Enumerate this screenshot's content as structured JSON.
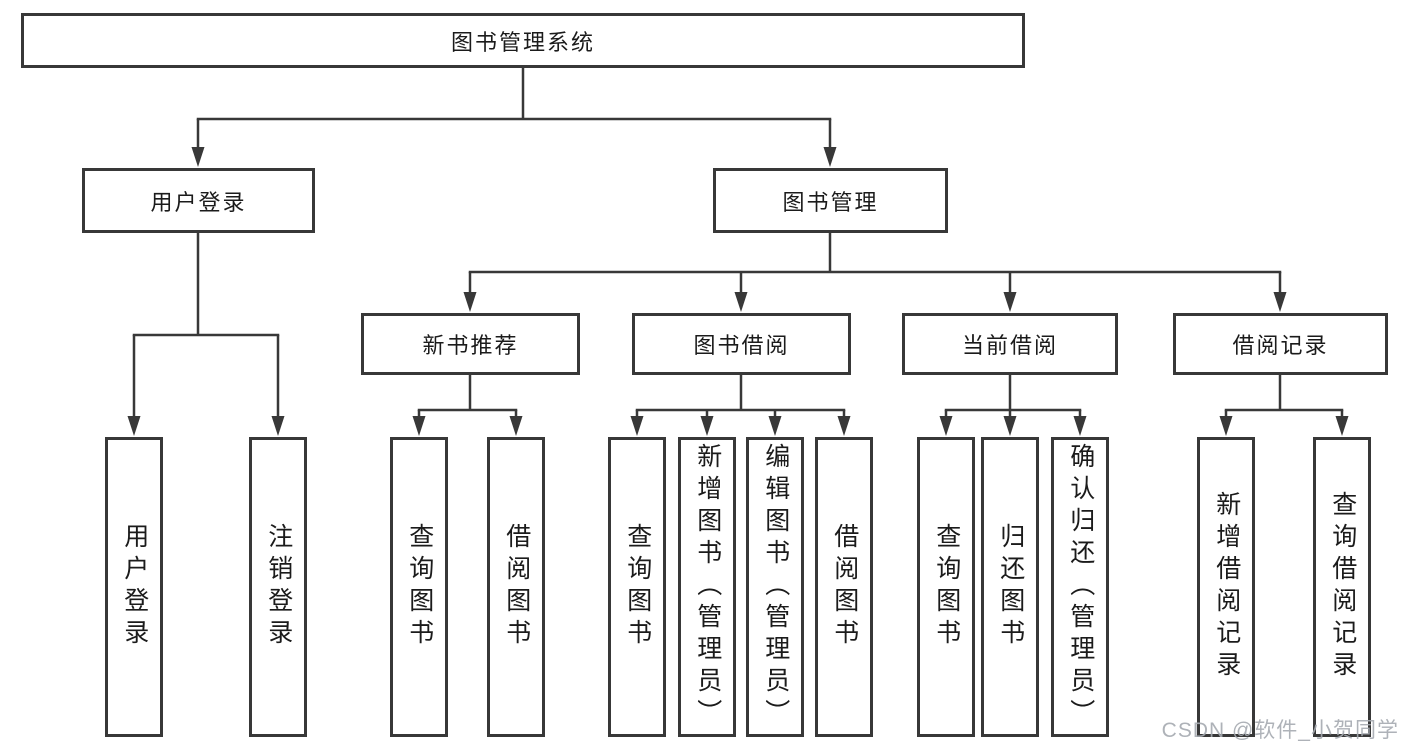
{
  "diagram": {
    "root": "图书管理系统",
    "branches": {
      "user_login": "用户登录",
      "book_mgmt": "图书管理"
    },
    "categories": {
      "new_book_rec": "新书推荐",
      "book_borrow": "图书借阅",
      "current_borrow": "当前借阅",
      "borrow_records": "借阅记录"
    },
    "leaves": {
      "user_login": "用户登录",
      "logout": "注销登录",
      "rec_query_books": "查询图书",
      "rec_borrow_books": "借阅图书",
      "bb_query_books": "查询图书",
      "bb_add_book": "新增图书（管理员）",
      "bb_edit_book": "编辑图书（管理员）",
      "bb_borrow_books": "借阅图书",
      "cb_query_books": "查询图书",
      "cb_return_book": "归还图书",
      "cb_confirm_return": "确认归还（管理员）",
      "br_add_record": "新增借阅记录",
      "br_query_record": "查询借阅记录"
    }
  },
  "watermark": "CSDN @软件_小贺同学",
  "colors": {
    "line": "#383838",
    "text": "#1b1b1b",
    "watermark": "#a5aab0"
  }
}
